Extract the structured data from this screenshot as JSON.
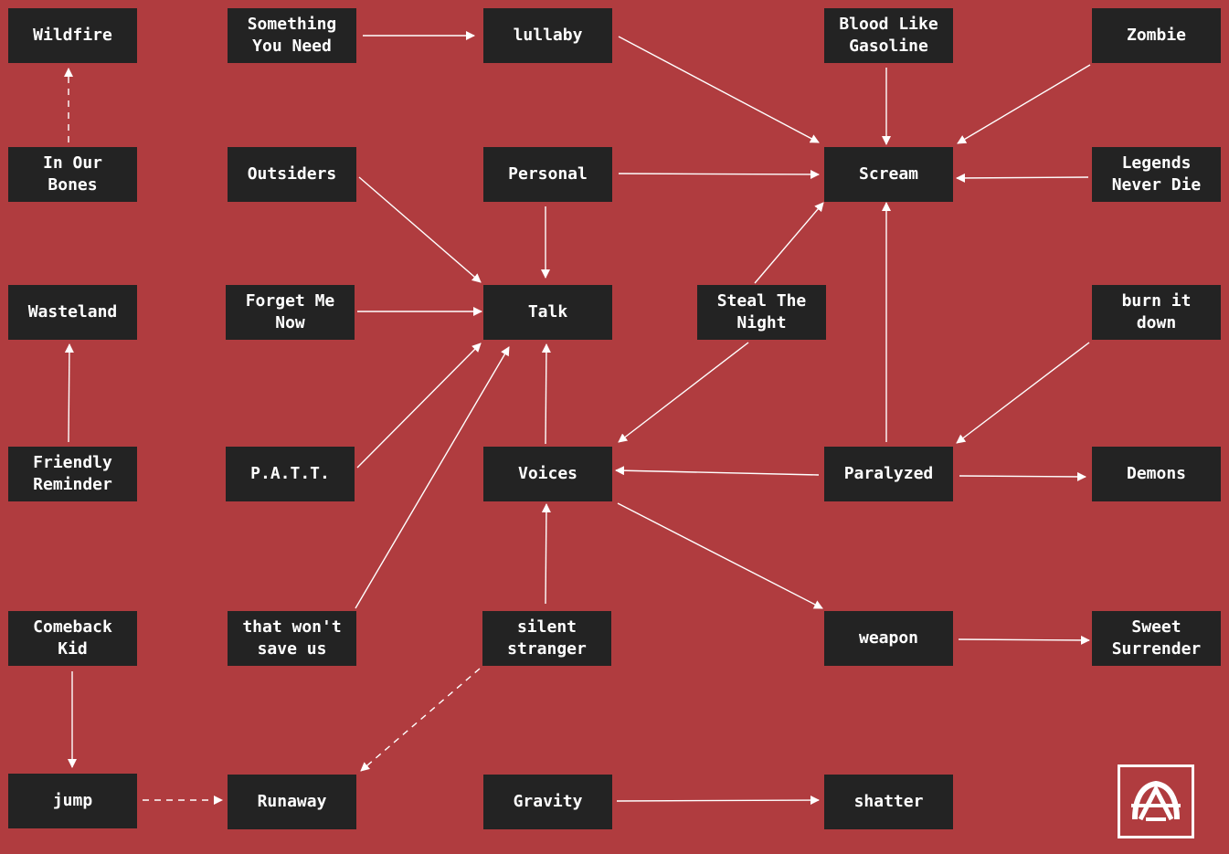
{
  "diagram": {
    "nodes": [
      {
        "id": "wildfire",
        "label": "Wildfire"
      },
      {
        "id": "something-you-need",
        "label": "Something\nYou Need"
      },
      {
        "id": "lullaby",
        "label": "lullaby"
      },
      {
        "id": "blood-like-gasoline",
        "label": "Blood Like\nGasoline"
      },
      {
        "id": "zombie",
        "label": "Zombie"
      },
      {
        "id": "in-our-bones",
        "label": "In Our\nBones"
      },
      {
        "id": "outsiders",
        "label": "Outsiders"
      },
      {
        "id": "personal",
        "label": "Personal"
      },
      {
        "id": "scream",
        "label": "Scream"
      },
      {
        "id": "legends-never-die",
        "label": "Legends\nNever Die"
      },
      {
        "id": "wasteland",
        "label": "Wasteland"
      },
      {
        "id": "forget-me-now",
        "label": "Forget Me\nNow"
      },
      {
        "id": "talk",
        "label": "Talk"
      },
      {
        "id": "steal-the-night",
        "label": "Steal The\nNight"
      },
      {
        "id": "burn-it-down",
        "label": "burn it\ndown"
      },
      {
        "id": "friendly-reminder",
        "label": "Friendly\nReminder"
      },
      {
        "id": "patt",
        "label": "P.A.T.T."
      },
      {
        "id": "voices",
        "label": "Voices"
      },
      {
        "id": "paralyzed",
        "label": "Paralyzed"
      },
      {
        "id": "demons",
        "label": "Demons"
      },
      {
        "id": "comeback-kid",
        "label": "Comeback\nKid"
      },
      {
        "id": "that-wont-save-us",
        "label": "that won't\nsave us"
      },
      {
        "id": "silent-stranger",
        "label": "silent\nstranger"
      },
      {
        "id": "weapon",
        "label": "weapon"
      },
      {
        "id": "sweet-surrender",
        "label": "Sweet\nSurrender"
      },
      {
        "id": "jump",
        "label": "jump"
      },
      {
        "id": "runaway",
        "label": "Runaway"
      },
      {
        "id": "gravity",
        "label": "Gravity"
      },
      {
        "id": "shatter",
        "label": "shatter"
      }
    ],
    "edges": [
      {
        "from": "something-you-need",
        "to": "lullaby",
        "style": "solid"
      },
      {
        "from": "lullaby",
        "to": "scream",
        "style": "solid"
      },
      {
        "from": "blood-like-gasoline",
        "to": "scream",
        "style": "solid"
      },
      {
        "from": "zombie",
        "to": "scream",
        "style": "solid"
      },
      {
        "from": "in-our-bones",
        "to": "wildfire",
        "style": "dashed"
      },
      {
        "from": "outsiders",
        "to": "talk",
        "style": "solid"
      },
      {
        "from": "personal",
        "to": "scream",
        "style": "solid"
      },
      {
        "from": "personal",
        "to": "talk",
        "style": "solid"
      },
      {
        "from": "legends-never-die",
        "to": "scream",
        "style": "solid"
      },
      {
        "from": "forget-me-now",
        "to": "talk",
        "style": "solid"
      },
      {
        "from": "steal-the-night",
        "to": "scream",
        "style": "solid"
      },
      {
        "from": "steal-the-night",
        "to": "voices",
        "style": "solid"
      },
      {
        "from": "burn-it-down",
        "to": "paralyzed",
        "style": "solid"
      },
      {
        "from": "friendly-reminder",
        "to": "wasteland",
        "style": "solid"
      },
      {
        "from": "patt",
        "to": "talk",
        "style": "solid"
      },
      {
        "from": "voices",
        "to": "talk",
        "style": "solid"
      },
      {
        "from": "voices",
        "to": "weapon",
        "style": "solid"
      },
      {
        "from": "paralyzed",
        "to": "scream",
        "style": "solid"
      },
      {
        "from": "paralyzed",
        "to": "voices",
        "style": "solid"
      },
      {
        "from": "paralyzed",
        "to": "demons",
        "style": "solid"
      },
      {
        "from": "comeback-kid",
        "to": "jump",
        "style": "solid"
      },
      {
        "from": "that-wont-save-us",
        "to": "talk",
        "style": "solid"
      },
      {
        "from": "silent-stranger",
        "to": "voices",
        "style": "solid"
      },
      {
        "from": "silent-stranger",
        "to": "runaway",
        "style": "dashed"
      },
      {
        "from": "weapon",
        "to": "sweet-surrender",
        "style": "solid"
      },
      {
        "from": "jump",
        "to": "runaway",
        "style": "dashed"
      },
      {
        "from": "gravity",
        "to": "shatter",
        "style": "solid"
      }
    ]
  },
  "logo": {
    "name": "band-logo"
  },
  "colors": {
    "background": "#b03c3f",
    "node_fill": "#232323",
    "node_text": "#ffffff",
    "edge": "#ffffff"
  }
}
